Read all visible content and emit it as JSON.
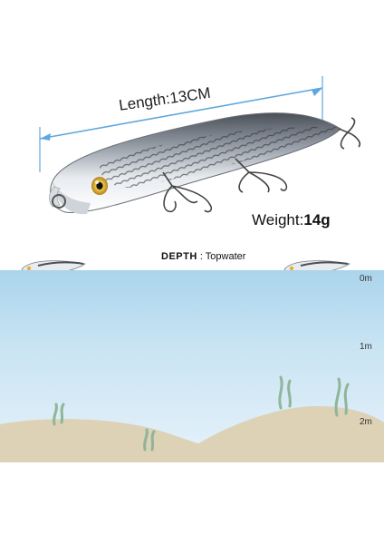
{
  "specs": {
    "length_label": "Length:13CM",
    "weight_label": "Weight:",
    "weight_value": "14g"
  },
  "depth": {
    "label": "DEPTH",
    "separator": ":",
    "value": "Topwater",
    "markers": [
      "0m",
      "1m",
      "2m"
    ]
  },
  "colors": {
    "water_top": "#abd4ec",
    "water_bottom": "#e6f2fa",
    "seabed": "#ddd1b6",
    "dimension_line": "#5fa8dc",
    "lure_eye": "#e2b23c"
  },
  "icons": {
    "hero": "fishing-lure-icon",
    "seaweed": "seaweed-icon"
  }
}
